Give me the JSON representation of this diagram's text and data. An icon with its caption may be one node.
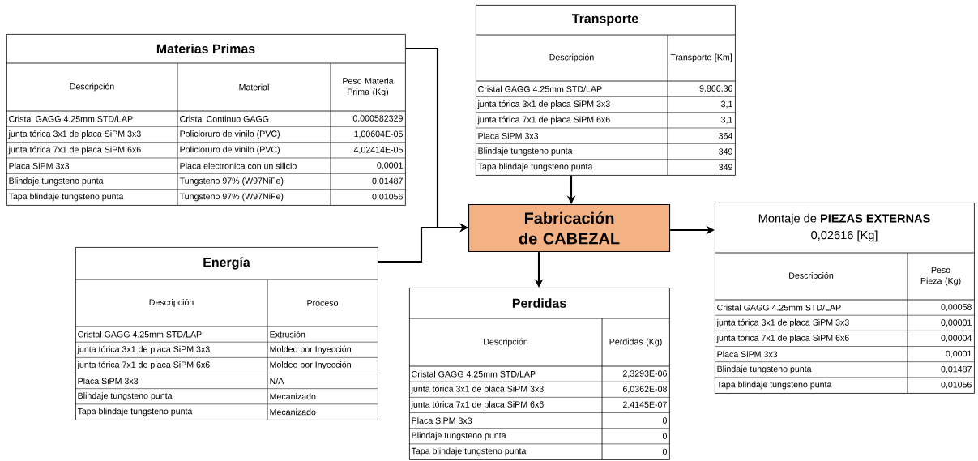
{
  "diagram": {
    "nodes": [
      {
        "text": [
          "Materias Primas"
        ]
      },
      {
        "text": [
          "Transporte"
        ]
      },
      {
        "text": [
          "Fabricación de CABEZAL"
        ]
      },
      {
        "text": [
          "Energía"
        ]
      },
      {
        "text": [
          "Montaje de **PIEZAS EXTERNAS**",
          "0,02616 [Kg]"
        ]
      },
      {
        "text": [
          "Perdidas"
        ]
      }
    ],
    "edges": [
      {
        "from": 0,
        "to": 2,
        "arrow": "to"
      },
      {
        "from": 1,
        "to": 2,
        "arrow": "to"
      },
      {
        "from": 3,
        "to": 2,
        "arrow": "to"
      },
      {
        "from": 2,
        "to": 4,
        "arrow": "to"
      },
      {
        "from": 2,
        "to": 5,
        "arrow": "to"
      }
    ],
    "labels": [
      "Descripción",
      "Material",
      "Peso Materia Prima (Kg)",
      "Cristal GAGG 4.25mm STD/LAP",
      "Cristal Continuo GAGG",
      "0,000582329",
      "junta tórica 3x1 de placa SiPM 3x3",
      "Policloruro de vinilo (PVC)",
      "1,00604E-05",
      "junta tórica 7x1 de placa SiPM 6x6",
      "Policloruro de vinilo (PVC)",
      "4,02414E-05",
      "Placa SiPM 3x3",
      "Placa electronica con un silicio",
      "0,0001",
      "Blindaje tungsteno punta",
      "Tungsteno 97% (W97NiFe)",
      "0,01487",
      "Tapa blindaje tungsteno punta",
      "Tungsteno 97% (W97NiFe)",
      "0,01056",
      "Descripción",
      "Transporte [Km]",
      "Cristal GAGG 4.25mm STD/LAP",
      "9.866,36",
      "junta tórica 3x1 de placa SiPM 3x3",
      "3,1",
      "junta tórica 7x1 de placa SiPM 6x6",
      "3,1",
      "Placa SiPM 3x3",
      "364",
      "Blindaje tungsteno punta",
      "349",
      "Tapa blindaje tungsteno punta",
      "349",
      "Descripción",
      "Proceso",
      "Cristal GAGG 4.25mm STD/LAP",
      "Extrusión",
      "junta tórica 3x1 de placa SiPM 3x3",
      "Moldeo por Inyección",
      "junta tórica 7x1 de placa SiPM 6x6",
      "Moldeo por Inyección",
      "Placa SiPM 3x3",
      "N/A",
      "Blindaje tungsteno punta",
      "Mecanizado",
      "Tapa blindaje tungsteno punta",
      "Mecanizado",
      "Descripción",
      "Peso Pieza (Kg)",
      "Cristal GAGG 4.25mm STD/LAP",
      "0,00058",
      "junta tórica 3x1 de placa SiPM 3x3",
      "0,00001",
      "junta tórica 7x1 de placa SiPM 6x6",
      "0,00004",
      "Placa SiPM 3x3",
      "0,0001",
      "Blindaje tungsteno punta",
      "0,01487",
      "Tapa blindaje tungsteno punta",
      "0,01056",
      "Descripción",
      "Perdidas (Kg)",
      "Cristal GAGG 4.25mm STD/LAP",
      "2,3293E-06",
      "junta tórica 3x1 de placa SiPM 3x3",
      "6,0362E-08",
      "junta tórica 7x1 de placa SiPM 6x6",
      "2,4145E-07",
      "Placa SiPM 3x3",
      "0",
      "Blindaje tungsteno punta",
      "0",
      "Tapa blindaje tungsteno punta",
      "0"
    ]
  }
}
